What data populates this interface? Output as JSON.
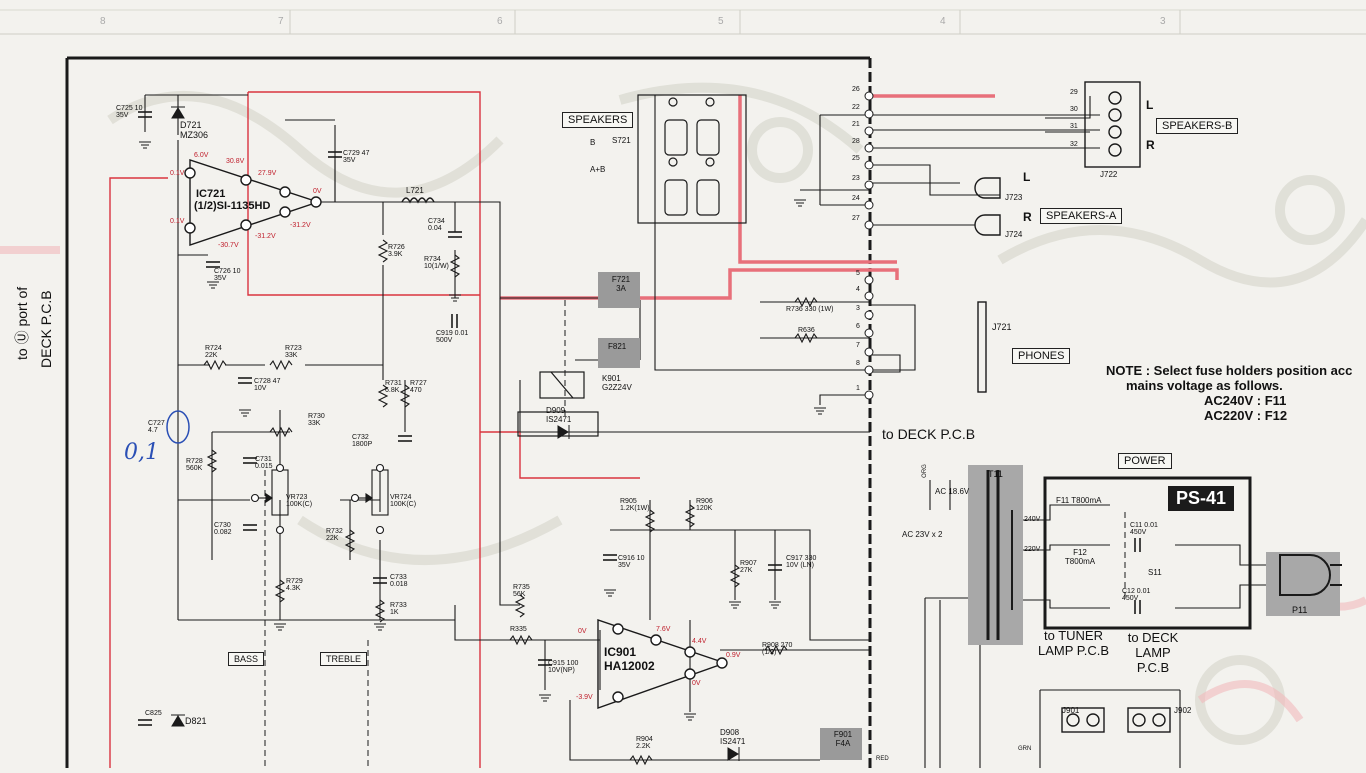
{
  "colors": {
    "paper": "#f3f2ee",
    "ink": "#1a1a1a",
    "red_trace": "#d9343f",
    "pink_trace": "#e8707a",
    "grey_box": "#9a9a9a"
  },
  "frame_ruler": [
    "8",
    "7",
    "6",
    "5",
    "4",
    "3"
  ],
  "boxes": {
    "speakers": "SPEAKERS",
    "speakers_b": "SPEAKERS-B",
    "speakers_a": "SPEAKERS-A",
    "phones": "PHONES",
    "power": "POWER",
    "bass": "BASS",
    "treble": "TREBLE",
    "ps41": "PS-41"
  },
  "note": {
    "line1": "NOTE : Select fuse holders position acc",
    "line2": "mains voltage as follows.",
    "line3": "AC240V : F11",
    "line4": "AC220V : F12"
  },
  "side_label": {
    "line1": "to Ⓤ port of",
    "line2": "DECK P.C.B"
  },
  "to_deck": "to DECK P.C.B",
  "lamps": {
    "tuner": "to TUNER LAMP P.C.B",
    "deck": "to DECK LAMP P.C.B"
  },
  "ics": {
    "ic721_name": "IC721",
    "ic721_part": "(1/2)SI-1135HD",
    "ic901_name": "IC901",
    "ic901_part": "HA12002"
  },
  "components": {
    "c725": "C725 10 35V",
    "d721": "D721 MZ306",
    "c729": "C729 47 35V",
    "c726": "C726 10 35V",
    "l721": "L721",
    "c734": "C734 0.04",
    "r726": "R726 3.9K",
    "r734": "R734 10(1/W)",
    "c919": "C919 0.01 500V",
    "r724": "R724 22K",
    "r723": "R723 33K",
    "c728": "C728 47 10V",
    "r731": "R731 6.8K",
    "r727": "R727 470",
    "r730": "R730 33K",
    "c727": "C727 4.7",
    "c732": "C732 1800P",
    "r728": "R728 560K",
    "c731": "C731 0.015",
    "vr723": "VR723 100K(C)",
    "vr724": "VR724 100K(C)",
    "c730": "C730 0.082",
    "r732": "R732 22K",
    "r729": "R729 4.3K",
    "c733": "C733 0.018",
    "r733": "R733 1K",
    "r735": "R735 56K",
    "r335": "R335",
    "c915": "C915 100 10V(NP)",
    "r905": "R905 1.2K(1W)",
    "r906": "R906 120K",
    "c916": "C916 10 35V",
    "r907": "R907 27K",
    "c917": "C917 330 10V (LN)",
    "r908": "R908 270 (1/2)",
    "r904": "R904 2.2K",
    "d908": "D908 IS2471",
    "d909": "D909 IS2471",
    "k901": "K901 G2Z24V",
    "s721": "S721",
    "f721": "F721 3A",
    "f821": "F821",
    "f901": "F901 F4A",
    "r736": "R736 330 (1W)",
    "r636": "R636",
    "j721": "J721",
    "j722": "J722",
    "j723": "J723",
    "j724": "J724",
    "t11": "T11",
    "f11": "F11 T800mA",
    "f12": "F12 T800mA",
    "c11": "C11 0.01 450V",
    "c12": "C12 0.01 450V",
    "s11": "S11",
    "p11": "P11",
    "j901": "J901",
    "j902": "J902",
    "d821": "D821",
    "c825": "C825",
    "ac1": "AC 18.6V",
    "ac2": "AC 23V x 2",
    "v240": "240V",
    "v220": "220V"
  },
  "voltages": [
    "6.0V",
    "30.8V",
    "27.9V",
    "0.1V",
    "0V",
    "0.1V",
    "-30.7V",
    "-31.2V",
    "-31.2V",
    "0V",
    "7.6V",
    "4.4V",
    "0.9V",
    "0V",
    "-3.9V"
  ],
  "pin_numbers": [
    "26",
    "22",
    "21",
    "28",
    "25",
    "23",
    "24",
    "27",
    "5",
    "4",
    "3",
    "6",
    "7",
    "8",
    "1"
  ],
  "j722_pins": [
    "29",
    "30",
    "31",
    "32"
  ],
  "handwriting": "0,1",
  "letters": {
    "L": "L",
    "R": "R",
    "Lb": "L",
    "Rb": "R",
    "B": "B",
    "AB": "A+B"
  },
  "wire_tags": {
    "org": "ORG",
    "grn": "GRN",
    "red": "RED"
  }
}
